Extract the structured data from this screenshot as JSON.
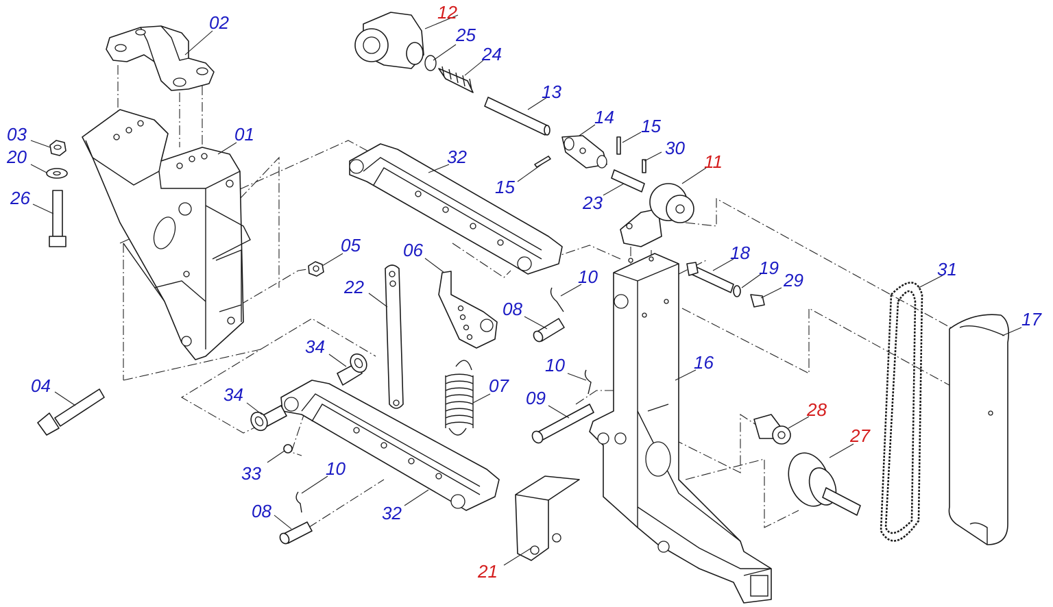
{
  "colors": {
    "label_standard": "#1b1bc4",
    "label_highlight": "#d41c1c",
    "line": "#1a1a1a",
    "background": "#ffffff"
  },
  "labels": [
    {
      "id": "01",
      "text": "01",
      "highlight": false
    },
    {
      "id": "02",
      "text": "02",
      "highlight": false
    },
    {
      "id": "03",
      "text": "03",
      "highlight": false
    },
    {
      "id": "04",
      "text": "04",
      "highlight": false
    },
    {
      "id": "05",
      "text": "05",
      "highlight": false
    },
    {
      "id": "06",
      "text": "06",
      "highlight": false
    },
    {
      "id": "07",
      "text": "07",
      "highlight": false
    },
    {
      "id": "08a",
      "text": "08",
      "highlight": false
    },
    {
      "id": "08b",
      "text": "08",
      "highlight": false
    },
    {
      "id": "09",
      "text": "09",
      "highlight": false
    },
    {
      "id": "10a",
      "text": "10",
      "highlight": false
    },
    {
      "id": "10b",
      "text": "10",
      "highlight": false
    },
    {
      "id": "10c",
      "text": "10",
      "highlight": false
    },
    {
      "id": "11",
      "text": "11",
      "highlight": true
    },
    {
      "id": "12",
      "text": "12",
      "highlight": true
    },
    {
      "id": "13",
      "text": "13",
      "highlight": false
    },
    {
      "id": "14",
      "text": "14",
      "highlight": false
    },
    {
      "id": "15a",
      "text": "15",
      "highlight": false
    },
    {
      "id": "15b",
      "text": "15",
      "highlight": false
    },
    {
      "id": "16",
      "text": "16",
      "highlight": false
    },
    {
      "id": "17",
      "text": "17",
      "highlight": false
    },
    {
      "id": "18",
      "text": "18",
      "highlight": false
    },
    {
      "id": "19",
      "text": "19",
      "highlight": false
    },
    {
      "id": "20",
      "text": "20",
      "highlight": false
    },
    {
      "id": "21",
      "text": "21",
      "highlight": true
    },
    {
      "id": "22",
      "text": "22",
      "highlight": false
    },
    {
      "id": "23",
      "text": "23",
      "highlight": false
    },
    {
      "id": "24",
      "text": "24",
      "highlight": false
    },
    {
      "id": "25",
      "text": "25",
      "highlight": false
    },
    {
      "id": "26",
      "text": "26",
      "highlight": false
    },
    {
      "id": "27",
      "text": "27",
      "highlight": true
    },
    {
      "id": "28",
      "text": "28",
      "highlight": true
    },
    {
      "id": "29",
      "text": "29",
      "highlight": false
    },
    {
      "id": "30",
      "text": "30",
      "highlight": false
    },
    {
      "id": "31",
      "text": "31",
      "highlight": false
    },
    {
      "id": "32a",
      "text": "32",
      "highlight": false
    },
    {
      "id": "32b",
      "text": "32",
      "highlight": false
    },
    {
      "id": "33",
      "text": "33",
      "highlight": false
    },
    {
      "id": "34a",
      "text": "34",
      "highlight": false
    },
    {
      "id": "34b",
      "text": "34",
      "highlight": false
    }
  ]
}
